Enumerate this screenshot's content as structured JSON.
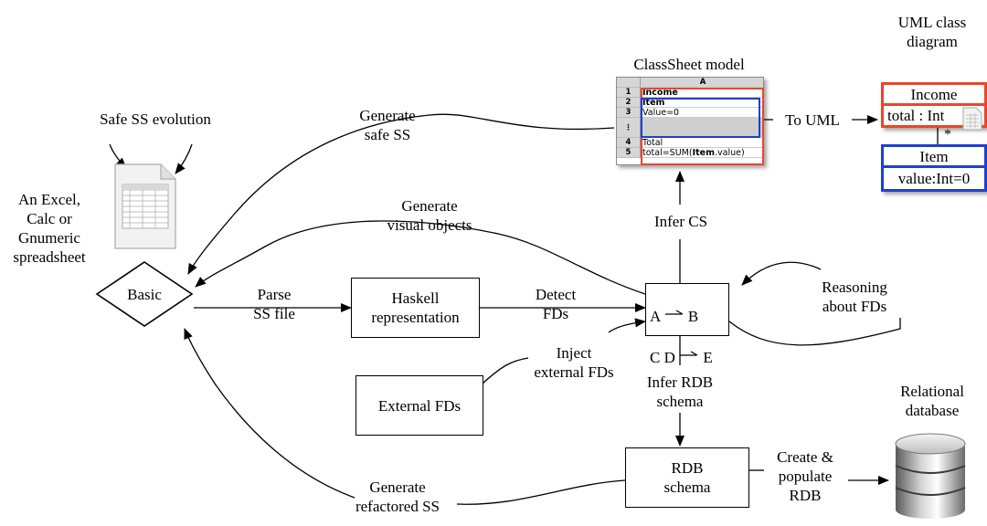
{
  "labels": {
    "safe_evolution": "Safe SS evolution",
    "spreadsheet_kinds": "An Excel,\nCalc or\nGnumeric\nspreadsheet",
    "generate_safe": "Generate\nsafe SS",
    "generate_visual": "Generate\nvisual objects",
    "parse": "Parse\nSS file",
    "detect": "Detect\nFDs",
    "inject": "Inject\nexternal FDs",
    "infer_cs": "Infer CS",
    "infer_rdb": "Infer RDB\nschema",
    "reasoning": "Reasoning\nabout FDs",
    "to_uml": "To UML",
    "classsheet_title": "ClassSheet model",
    "uml_title": "UML class\ndiagram",
    "relational_db": "Relational\ndatabase",
    "create_populate": "Create &\npopulate\nRDB",
    "generate_refactored": "Generate\nrefactored SS"
  },
  "nodes": {
    "basic": "Basic",
    "haskell": "Haskell\nrepresentation",
    "external_fds": "External FDs",
    "rdb_schema": "RDB\nschema",
    "fd1_left": "A",
    "fd1_right": "B",
    "fd2_left": "C D",
    "fd2_right": "E"
  },
  "classsheet": {
    "column_header": "A",
    "rows": [
      {
        "num": "1",
        "text": "Income"
      },
      {
        "num": "2",
        "text": "Item"
      },
      {
        "num": "3",
        "text": "Value=0"
      },
      {
        "num": "⋮",
        "text": ""
      },
      {
        "num": "4",
        "text": "Total"
      },
      {
        "num": "5",
        "text_pre": "total=SUM(",
        "text_bold": "Item",
        "text_post": ".value)"
      }
    ]
  },
  "uml": {
    "income_name": "Income",
    "income_attr": "total : Int",
    "item_name": "Item",
    "item_attr": "value:Int=0",
    "multiplicity": "*"
  },
  "colors": {
    "red_border": "#e8472c",
    "blue_border": "#1f3fd0",
    "line": "#000000"
  }
}
